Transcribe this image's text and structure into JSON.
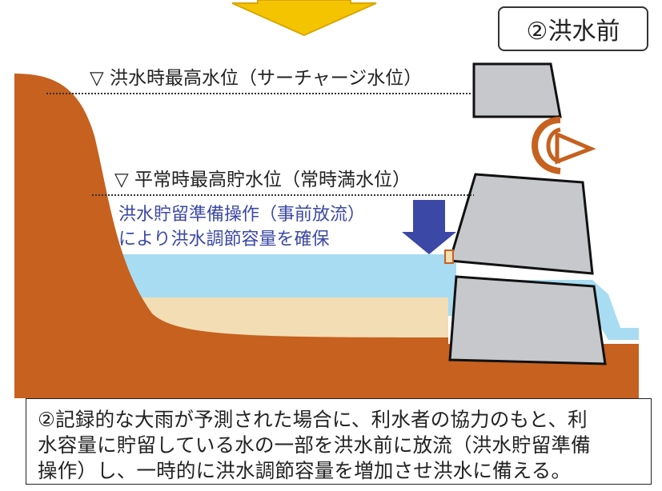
{
  "step_label": "②洪水前",
  "surcharge_level_label": "▽ 洪水時最高水位（サーチャージ水位）",
  "normal_level_label": "▽ 平常時最高貯水位（常時満水位）",
  "operation_note": {
    "line1": "洪水貯留準備操作（事前放流）",
    "line2": "により洪水調節容量を確保"
  },
  "caption": {
    "line1": "②記録的な大雨が予測された場合に、利水者の協力のもと、利",
    "line2": "水容量に貯留している水の一部を洪水前に放流（洪水貯留準備",
    "line3": "操作）し、一時的に洪水調節容量を増加させ洪水に備える。"
  },
  "colors": {
    "earth": "#c6611f",
    "water": "#a8dcf2",
    "sediment": "#f3ddb4",
    "dam_concrete": "#c7c8cc",
    "arrow_blue": "#3b48a6",
    "top_arrow": "#f5c400",
    "operation_text": "#3b48a6"
  },
  "icons": [
    "down-arrow-icon",
    "release-arrow-icon",
    "gate-icon"
  ]
}
